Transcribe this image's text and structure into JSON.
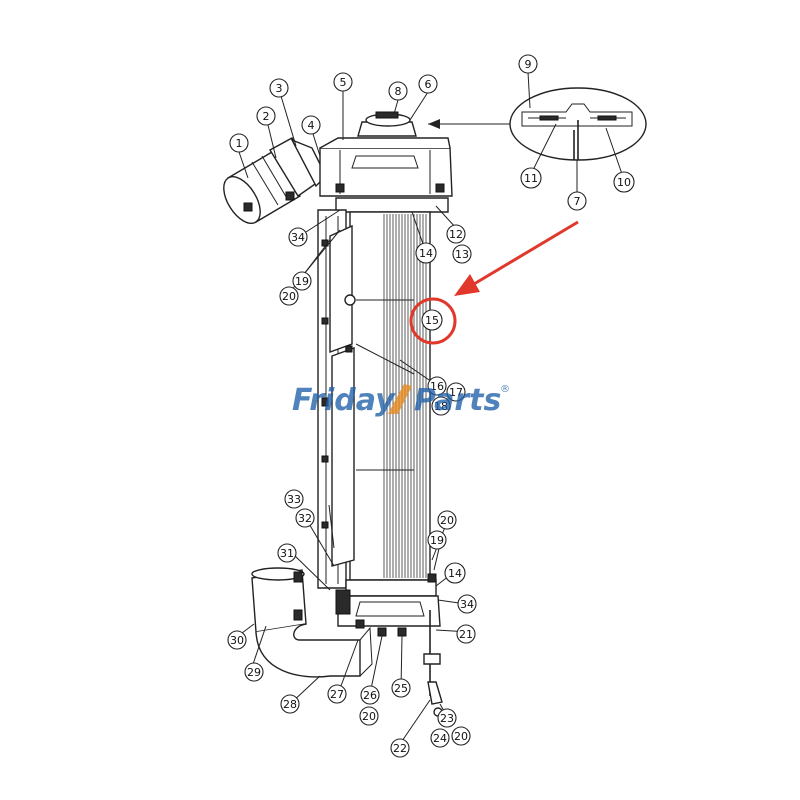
{
  "watermark": {
    "text_left": "Friday",
    "text_right": "Parts",
    "mark": "®",
    "color_blue": "#1f5fa8",
    "color_orange": "#e8891c"
  },
  "highlight": {
    "color": "#e0392b",
    "target_label": "15"
  },
  "callouts": [
    "1",
    "2",
    "3",
    "4",
    "5",
    "6",
    "7",
    "8",
    "9",
    "10",
    "11",
    "12",
    "13",
    "14",
    "15",
    "16",
    "17",
    "18",
    "19",
    "20",
    "21",
    "22",
    "23",
    "24",
    "25",
    "26",
    "27",
    "28",
    "29",
    "30",
    "31",
    "32",
    "33",
    "34"
  ]
}
